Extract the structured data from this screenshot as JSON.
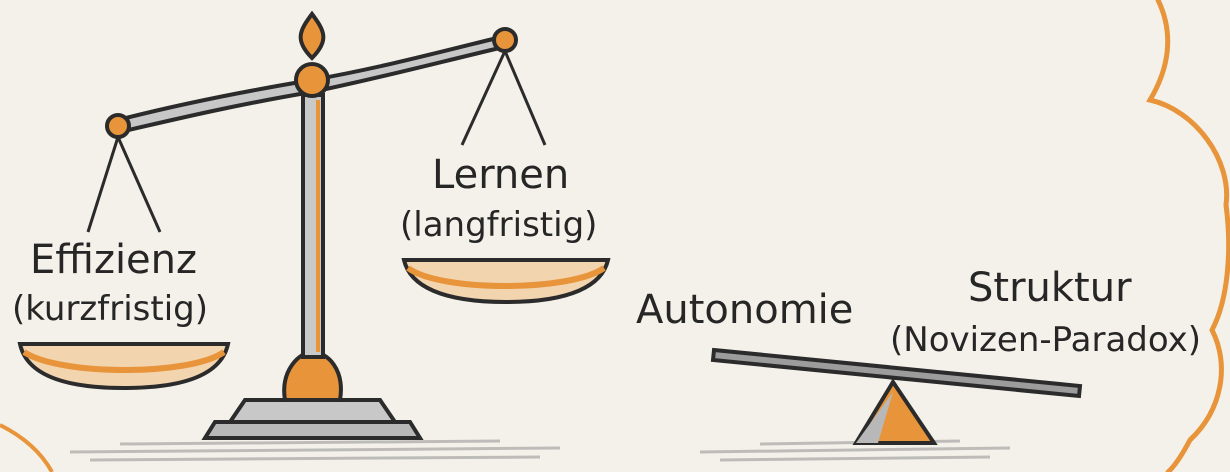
{
  "balance_scale": {
    "left_pan": {
      "title": "Effizienz",
      "subtitle": "(kurzfristig)"
    },
    "right_pan": {
      "title": "Lernen",
      "subtitle": "(langfristig)"
    }
  },
  "seesaw": {
    "left_label": "Autonomie",
    "right_title": "Struktur",
    "right_subtitle": "(Novizen-Paradox)"
  },
  "colors": {
    "background": "#f4f1ea",
    "accent_orange": "#e8943a",
    "metal_gray": "#a9a9a9",
    "outline": "#2b2b2b"
  }
}
